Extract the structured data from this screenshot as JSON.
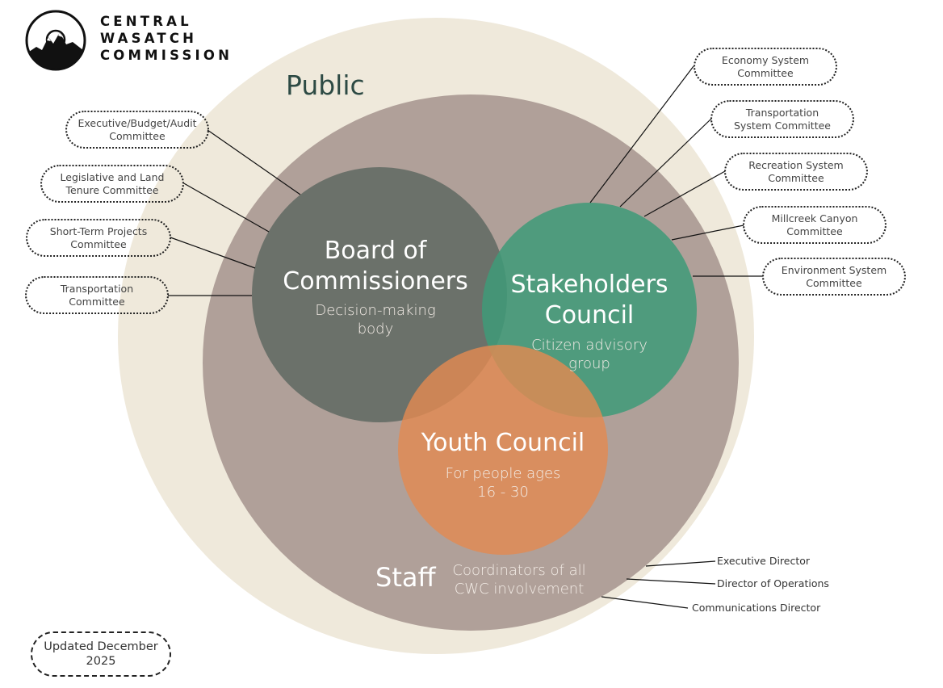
{
  "logo": {
    "line1": "CENTRAL",
    "line2": "WASATCH",
    "line3": "COMMISSION",
    "icon": "mountain-circle-icon"
  },
  "colors": {
    "public": "#efe9db",
    "staff": "#b0a099",
    "board": "#6b716a",
    "stakeholders": "#52a386",
    "youth": "#d69060",
    "public_label": "#2d4a44"
  },
  "public": {
    "label": "Public"
  },
  "board": {
    "title": "Board of\nCommissioners",
    "subtitle": "Decision-making\nbody",
    "committees": [
      {
        "label": "Executive/Budget/Audit\nCommittee"
      },
      {
        "label": "Legislative and Land\nTenure Committee"
      },
      {
        "label": "Short-Term Projects\nCommittee"
      },
      {
        "label": "Transportation\nCommittee"
      }
    ]
  },
  "stakeholders": {
    "title": "Stakeholders\nCouncil",
    "subtitle": "Citizen advisory\ngroup",
    "committees": [
      {
        "label": "Economy System\nCommittee"
      },
      {
        "label": "Transportation\nSystem Committee"
      },
      {
        "label": "Recreation System\nCommittee"
      },
      {
        "label": "Millcreek Canyon\nCommittee"
      },
      {
        "label": "Environment System\nCommittee"
      }
    ]
  },
  "youth": {
    "title": "Youth Council",
    "subtitle": "For people ages\n16 - 30"
  },
  "staff": {
    "title": "Staff",
    "subtitle": "Coordinators of all\nCWC involvement",
    "roles": [
      {
        "label": "Executive Director"
      },
      {
        "label": "Director of Operations"
      },
      {
        "label": "Communications Director"
      }
    ]
  },
  "footer": {
    "updated": "Updated December\n2025"
  }
}
